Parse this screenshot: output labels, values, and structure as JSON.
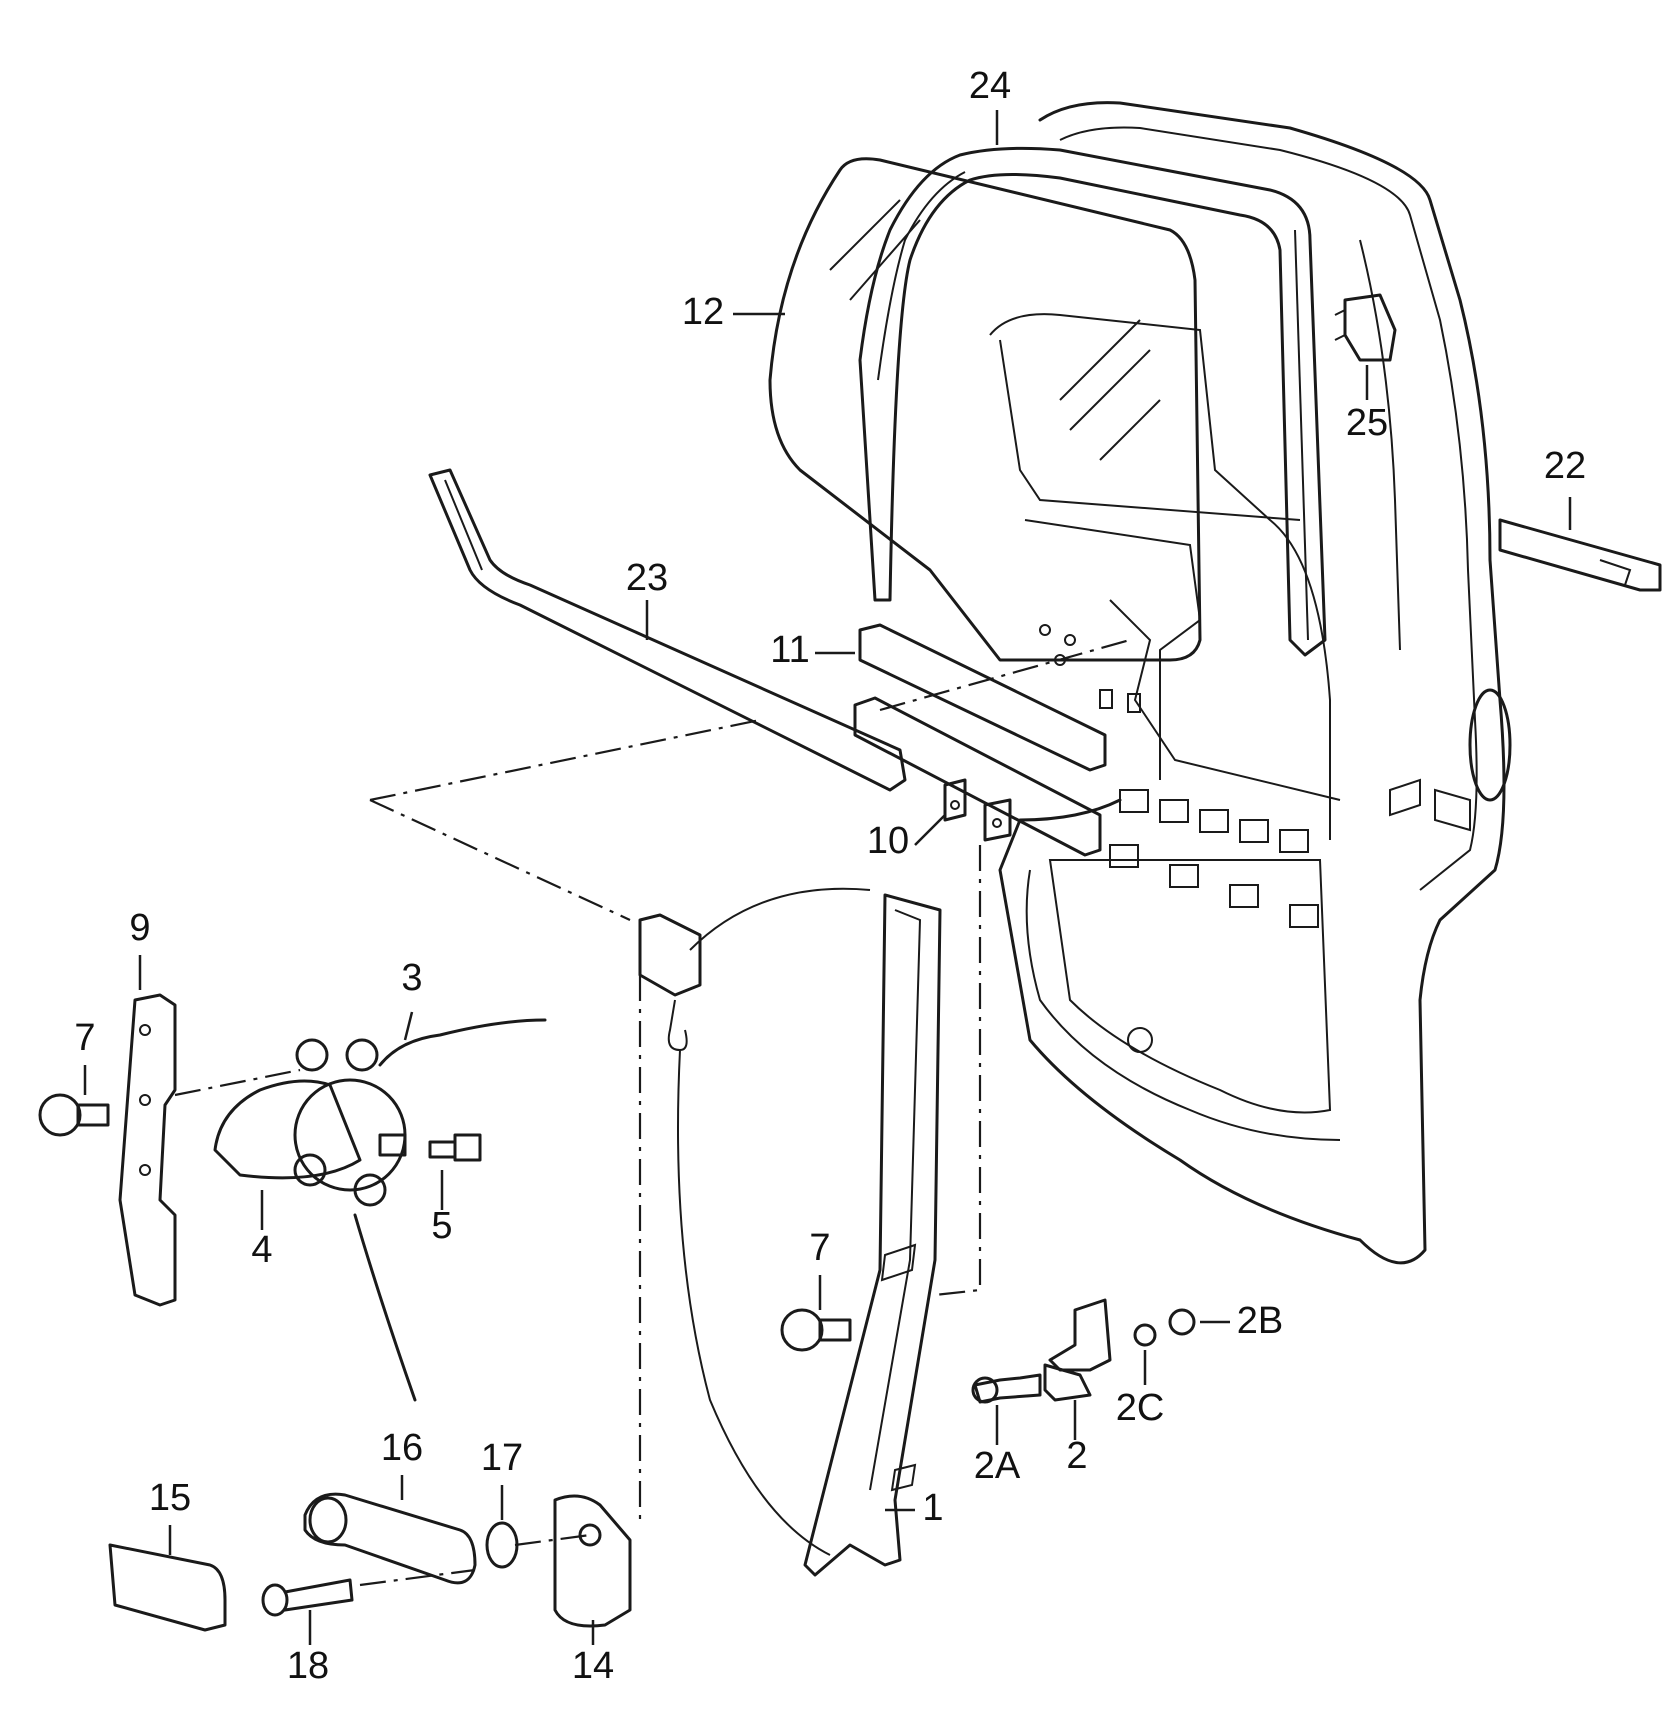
{
  "colors": {
    "line": "#1a1a1a",
    "background": "#ffffff"
  },
  "callouts": {
    "c24": "24",
    "c12": "12",
    "c25": "25",
    "c22": "22",
    "c23": "23",
    "c11": "11",
    "c10": "10",
    "c9": "9",
    "c7a": "7",
    "c3": "3",
    "c4": "4",
    "c5": "5",
    "c7b": "7",
    "c2b": "2B",
    "c2c": "2C",
    "c2a": "2A",
    "c2": "2",
    "c16": "16",
    "c17": "17",
    "c15": "15",
    "c1": "1",
    "c18": "18",
    "c14": "14"
  }
}
